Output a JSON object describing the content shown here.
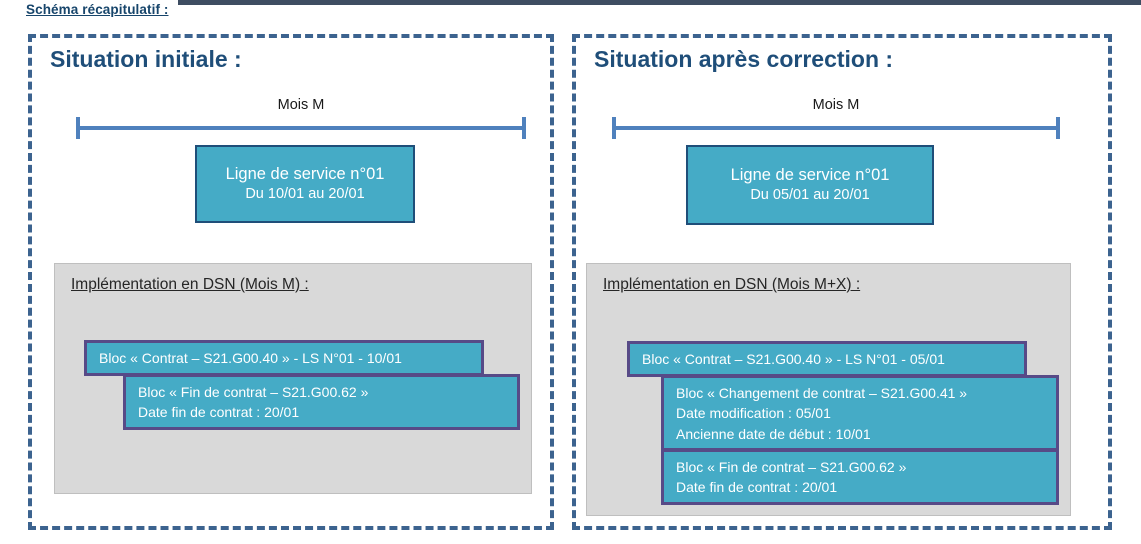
{
  "page": {
    "caption": "Schéma récapitulatif :",
    "top_rule_color": "#3e4d62"
  },
  "colors": {
    "panel_border": "#3c638f",
    "panel_title": "#1f4e79",
    "timeline": "#4f81bd",
    "teal_fill": "#45abc6",
    "teal_border": "#1f4e79",
    "bloc_border": "#574a87",
    "impl_fill": "#d9d9d9",
    "caption": "#17456b"
  },
  "panels": [
    {
      "id": "initial",
      "title": "Situation initiale :",
      "timeline": {
        "label": "Mois M"
      },
      "service_line": {
        "line1": "Ligne de service n°01",
        "line2": "Du 10/01 au 20/01"
      },
      "implementation": {
        "title": "Implémentation en DSN (Mois M) :",
        "blocs": [
          {
            "lines": [
              "Bloc « Contrat – S21.G00.40 » - LS N°01 - 10/01"
            ]
          },
          {
            "lines": [
              "Bloc « Fin de contrat – S21.G00.62 »",
              "Date fin de contrat : 20/01"
            ]
          }
        ]
      }
    },
    {
      "id": "corrected",
      "title": "Situation après correction :",
      "timeline": {
        "label": "Mois M"
      },
      "service_line": {
        "line1": "Ligne de service n°01",
        "line2": "Du 05/01 au 20/01"
      },
      "implementation": {
        "title": "Implémentation en DSN (Mois M+X) :",
        "blocs": [
          {
            "lines": [
              "Bloc « Contrat – S21.G00.40 » - LS N°01 - 05/01"
            ]
          },
          {
            "lines": [
              "Bloc « Changement de contrat – S21.G00.41 »",
              "Date modification : 05/01",
              "Ancienne date de début : 10/01"
            ]
          },
          {
            "lines": [
              "Bloc « Fin de contrat – S21.G00.62 »",
              "Date fin de contrat : 20/01"
            ]
          }
        ]
      }
    }
  ]
}
